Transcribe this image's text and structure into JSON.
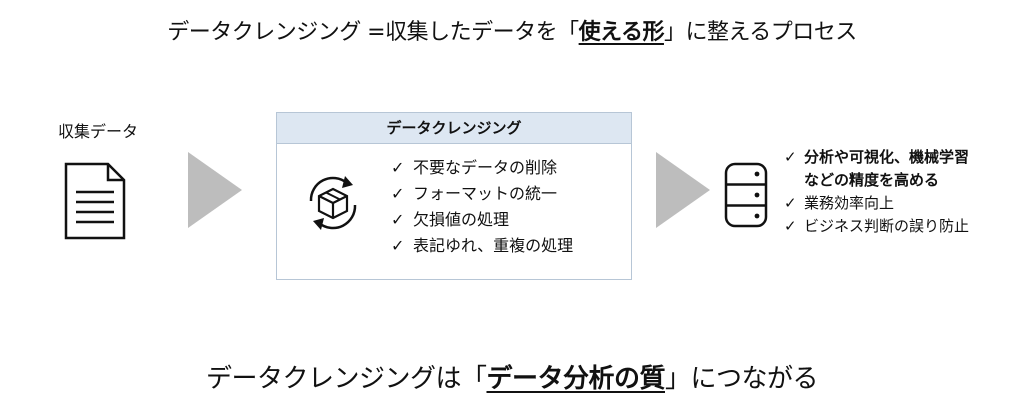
{
  "title": {
    "prefix": "データクレンジング =収集したデータを「",
    "emphasis": "使える形",
    "suffix": "」に整えるプロセス"
  },
  "input": {
    "label": "収集データ",
    "icon": "document-icon"
  },
  "process": {
    "header": "データクレンジング",
    "icon": "cycle-box-icon",
    "steps": [
      "不要なデータの削除",
      "フォーマットの統一",
      "欠損値の処理",
      "表記ゆれ、重複の処理"
    ]
  },
  "output": {
    "icon": "database-icon",
    "results": [
      {
        "line1": "分析や可視化、機械学習",
        "line2": "などの精度を高める",
        "bold": true
      },
      {
        "line1": "業務効率向上"
      },
      {
        "line1": "ビジネス判断の誤り防止"
      }
    ]
  },
  "bottom": {
    "prefix": "データクレンジングは「",
    "emphasis": "データ分析の質",
    "suffix": "」につながる"
  },
  "colors": {
    "arrow": "#bdbdbd",
    "header_bg": "#dde7f2",
    "border": "#b7c6d6"
  }
}
